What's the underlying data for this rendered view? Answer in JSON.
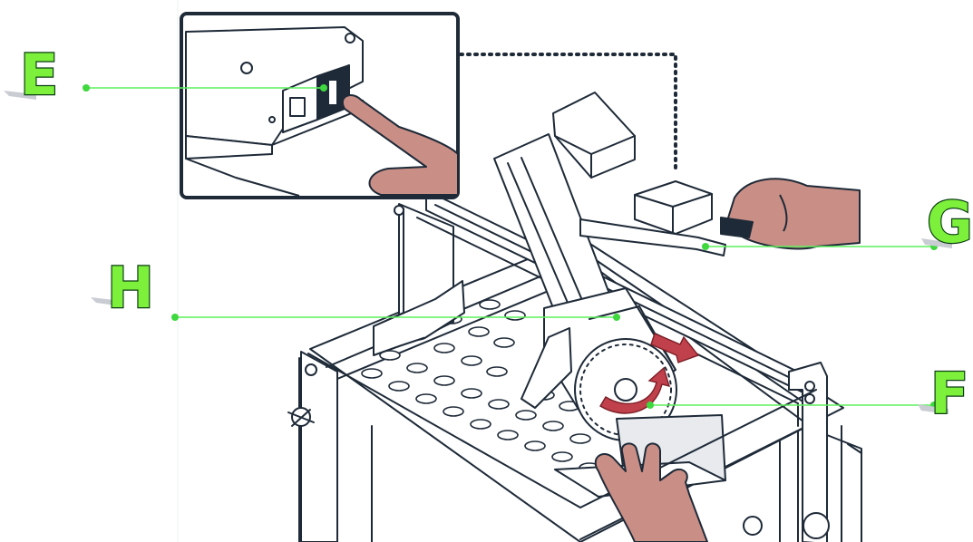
{
  "colors": {
    "callout_fill": "#7cf03a",
    "callout_outline": "#0a3d12",
    "leader_line": "#5cf05c",
    "skin": "#c98f86",
    "arrow_red": "#c0404b",
    "line_art": "#1e2a38"
  },
  "callouts": [
    {
      "id": "E",
      "label": "E",
      "points_to": "power-switch"
    },
    {
      "id": "G",
      "label": "G",
      "points_to": "cutting-head-handle"
    },
    {
      "id": "H",
      "label": "H",
      "points_to": "blade-guard"
    },
    {
      "id": "F",
      "label": "F",
      "points_to": "diamond-blade"
    }
  ],
  "icons": {
    "inset": "power-switch-inset-icon",
    "machine": "tile-saw-illustration-icon",
    "direction_arrow": "red-direction-arrow-icon",
    "rotation_arrow": "red-rotation-arrow-icon"
  }
}
